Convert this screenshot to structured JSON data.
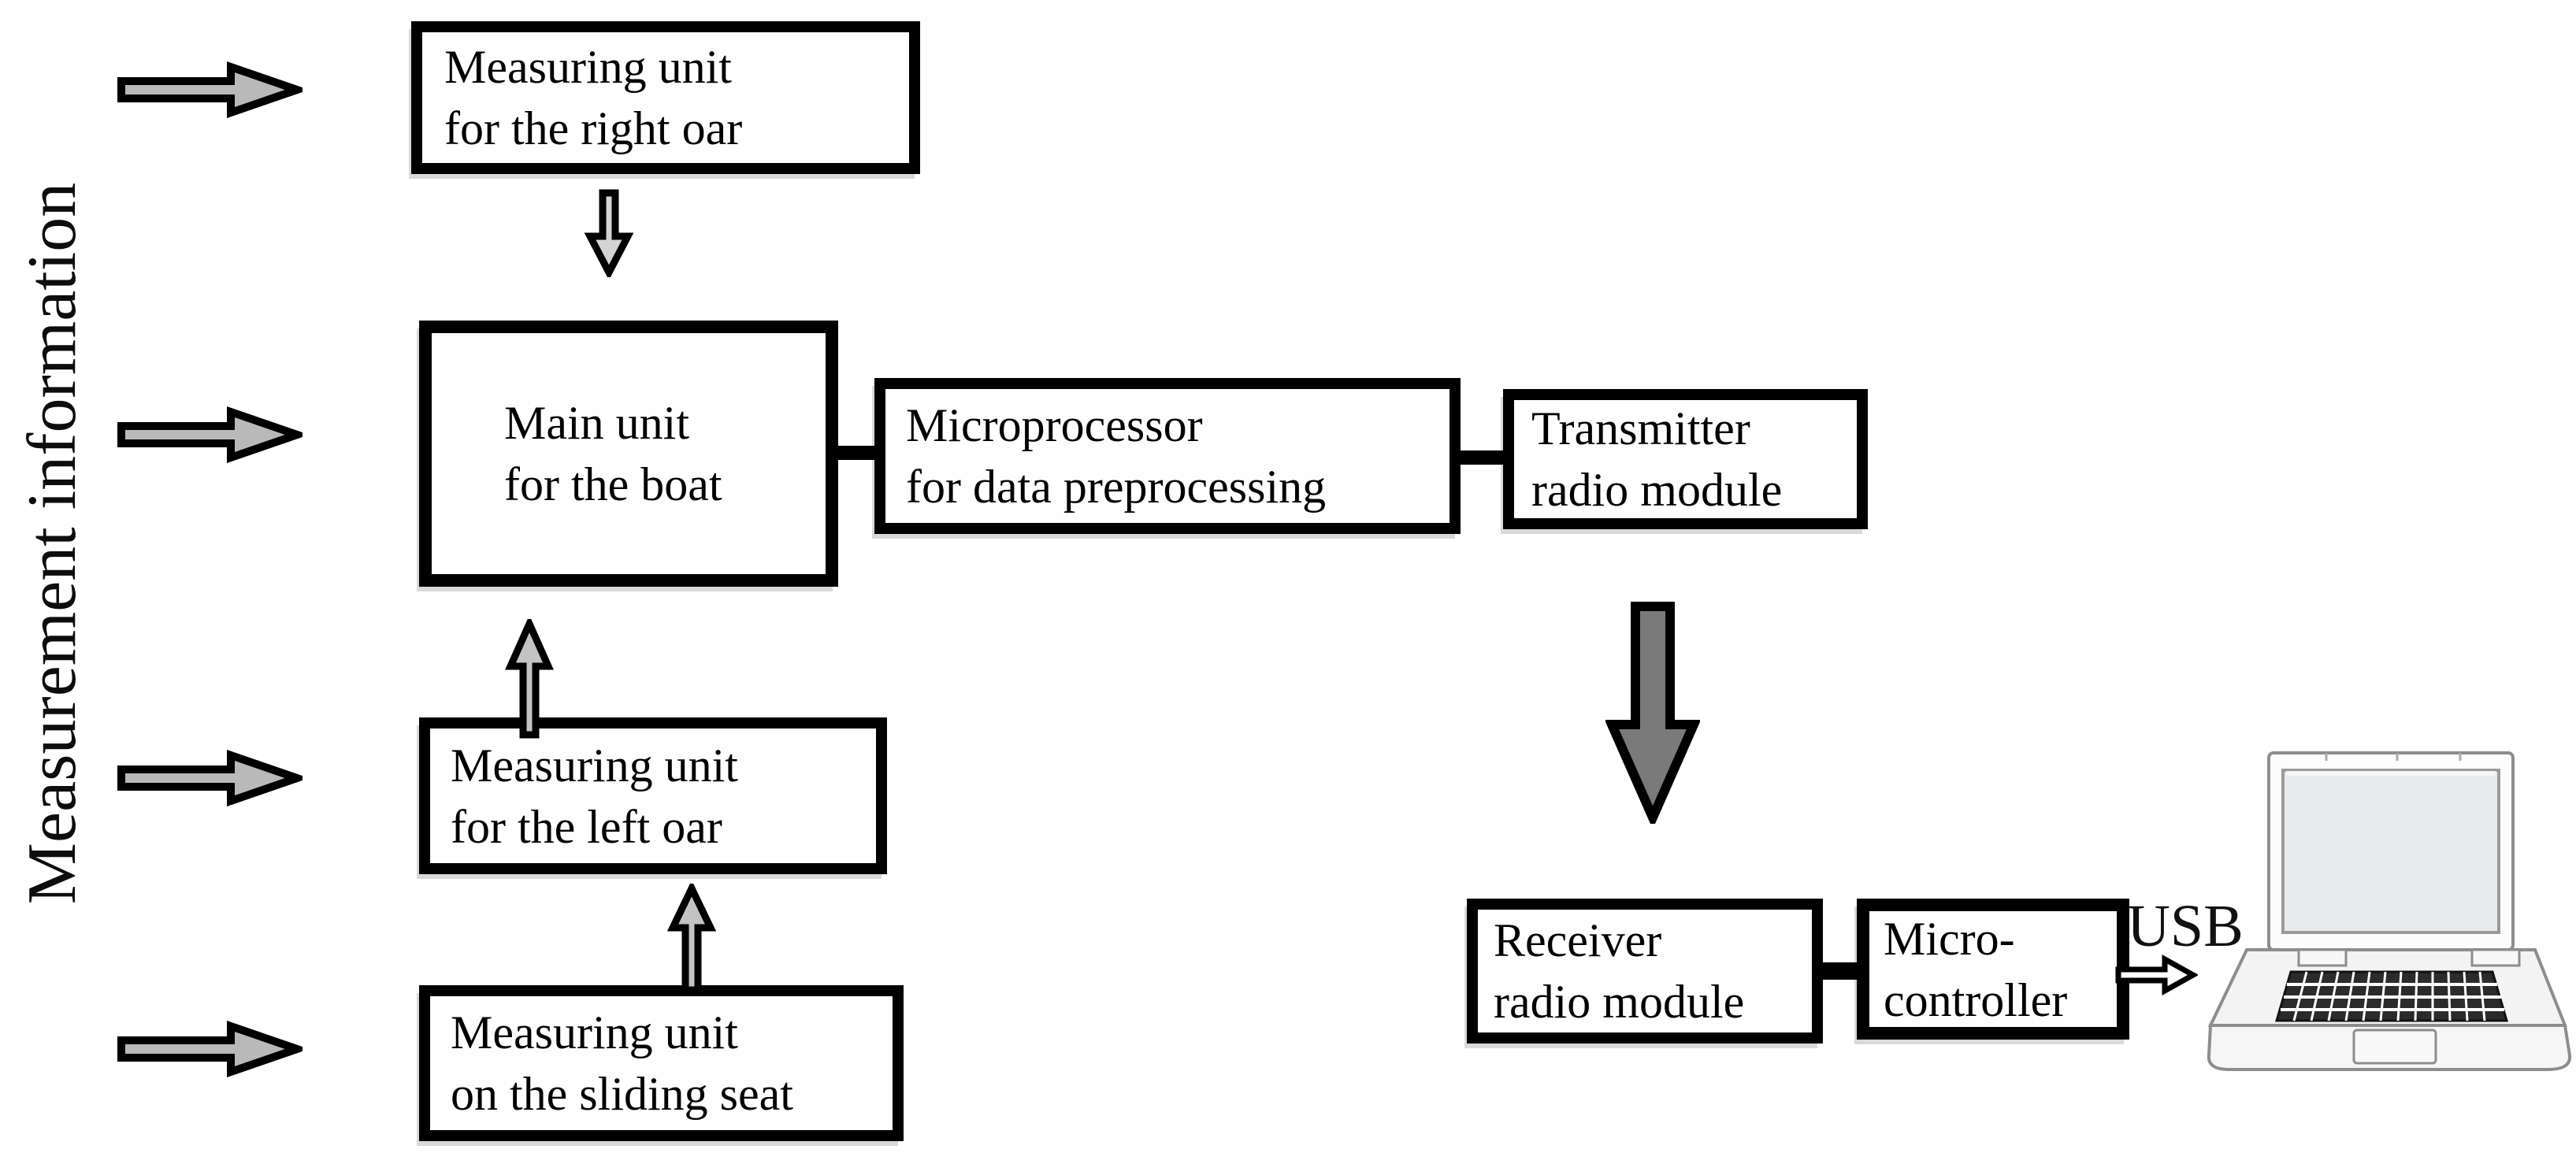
{
  "diagram": {
    "side_label": "Measurement information",
    "boxes": {
      "right_oar": {
        "line1": "Measuring unit",
        "line2": "for the right oar"
      },
      "main_unit": {
        "line1": "Main unit",
        "line2": "for the boat"
      },
      "microprocessor": {
        "line1": "Microprocessor",
        "line2": "for data preprocessing"
      },
      "transmitter": {
        "line1": "Transmitter",
        "line2": "radio module"
      },
      "left_oar": {
        "line1": "Measuring unit",
        "line2": "for the left oar"
      },
      "sliding_seat": {
        "line1": "Measuring unit",
        "line2": "on the sliding seat"
      },
      "receiver": {
        "line1": "Receiver",
        "line2": "radio module"
      },
      "microcontroller": {
        "line1": "Micro-",
        "line2": "controller"
      }
    },
    "usb_label": "USB",
    "icons": {
      "input_arrow": "right-arrow-icon",
      "down_arrow": "down-arrow-icon",
      "up_arrow": "up-arrow-icon",
      "radio_link_arrow": "big-down-arrow-icon",
      "usb_arrow": "usb-right-arrow-icon",
      "computer": "laptop-icon"
    },
    "colors": {
      "background": "#ffffff",
      "box_border": "#000000",
      "text": "#000000",
      "input_arrow_fill": "#b9b9b9",
      "flow_arrow_fill": "#d4d4d4",
      "up_arrow_fill": "#c3c3c3",
      "radio_arrow_fill": "#7a7a7a",
      "usb_arrow_fill": "#ffffff"
    }
  }
}
